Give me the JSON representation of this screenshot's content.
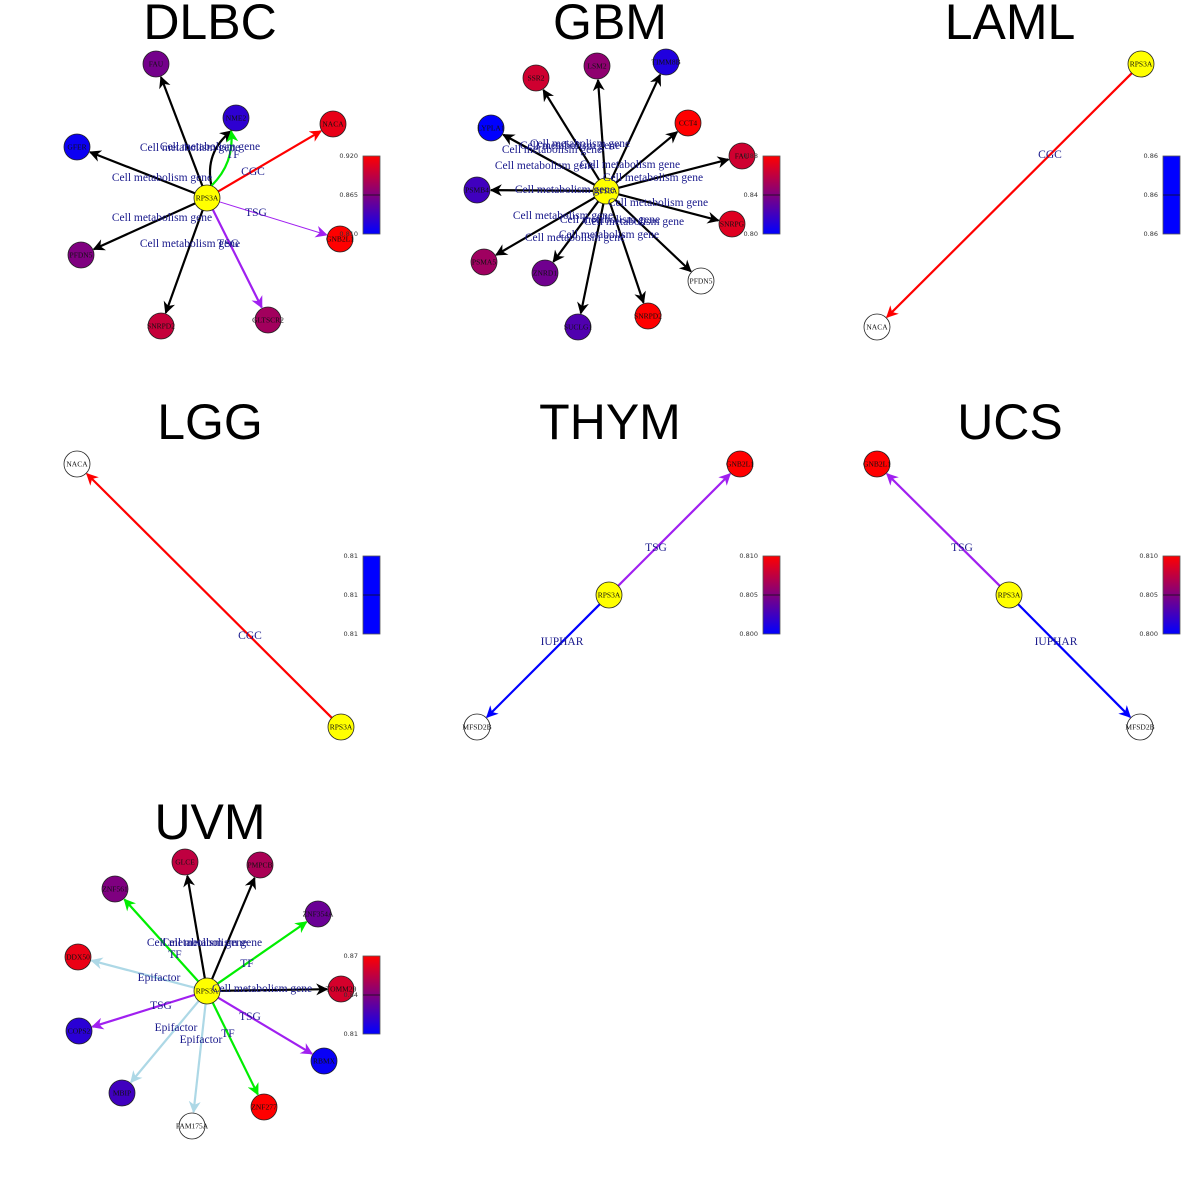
{
  "figure": {
    "center_gene": "RPS3A",
    "center_color": "#ffff00",
    "edge_label_color": "#1a1a8c",
    "edge_type_colors": {
      "Cell metabolism gene": "#000000",
      "CGC": "#ff0000",
      "TSG": "#a020f0",
      "TF": "#00ee00",
      "IUPHAR": "#0000ff",
      "Epifactor": "#add8e6"
    },
    "colorbar": {
      "low_color": "#0000ff",
      "high_color": "#ff0000"
    }
  },
  "panels": [
    {
      "title": "DLBC",
      "legend_ticks": [
        "0.920",
        "0.865",
        "0.810"
      ],
      "legend_range": [
        0.81,
        0.92
      ],
      "nodes": [
        {
          "label": "FAU",
          "score": 0.86
        },
        {
          "label": "NME2",
          "score": 0.83
        },
        {
          "label": "NACA",
          "score": 0.91
        },
        {
          "label": "GFER",
          "score": 0.815
        },
        {
          "label": "GNB2L1",
          "score": 0.92
        },
        {
          "label": "PFDN5",
          "score": 0.865
        },
        {
          "label": "SNRPD2",
          "score": 0.895
        },
        {
          "label": "GLTSCR2",
          "score": 0.88
        }
      ],
      "edges": [
        {
          "target": "FAU",
          "type": "Cell metabolism gene",
          "label": "Cell metabolism gene"
        },
        {
          "target": "NME2",
          "type": "Cell metabolism gene",
          "label": "Cell metabolism gene"
        },
        {
          "target": "NME2",
          "type": "TF",
          "label": "TF"
        },
        {
          "target": "NACA",
          "type": "CGC",
          "label": "CGC"
        },
        {
          "target": "GFER",
          "type": "Cell metabolism gene",
          "label": "Cell metabolism gene"
        },
        {
          "target": "GNB2L1",
          "type": "TSG",
          "label": "TSG"
        },
        {
          "target": "PFDN5",
          "type": "Cell metabolism gene",
          "label": "Cell metabolism gene"
        },
        {
          "target": "SNRPD2",
          "type": "Cell metabolism gene",
          "label": "Cell metabolism gene"
        },
        {
          "target": "GLTSCR2",
          "type": "TSG",
          "label": "TSG"
        }
      ]
    },
    {
      "title": "GBM",
      "legend_ticks": [
        "0.88",
        "0.84",
        "0.80"
      ],
      "legend_range": [
        0.8,
        0.88
      ],
      "nodes": [
        {
          "label": "SSR2",
          "score": 0.865
        },
        {
          "label": "LSM2",
          "score": 0.845
        },
        {
          "label": "TIMM8B",
          "score": 0.81
        },
        {
          "label": "LYPLA1",
          "score": 0.8
        },
        {
          "label": "CCT4",
          "score": 0.88
        },
        {
          "label": "FAU",
          "score": 0.865
        },
        {
          "label": "PSMB4",
          "score": 0.82
        },
        {
          "label": "SNRPG",
          "score": 0.87
        },
        {
          "label": "PSMA5",
          "score": 0.85
        },
        {
          "label": "ZNRD1",
          "score": 0.835
        },
        {
          "label": "SUCLG1",
          "score": 0.825
        },
        {
          "label": "SNRPD2",
          "score": 0.88
        },
        {
          "label": "PFDN5",
          "score": null
        }
      ],
      "edges": [
        {
          "target": "SSR2",
          "type": "Cell metabolism gene",
          "label": "Cell metabolism gene"
        },
        {
          "target": "LSM2",
          "type": "Cell metabolism gene",
          "label": "Cell metabolism gene"
        },
        {
          "target": "TIMM8B",
          "type": "Cell metabolism gene",
          "label": "Cell metabolism gene"
        },
        {
          "target": "LYPLA1",
          "type": "Cell metabolism gene",
          "label": "Cell metabolism gene"
        },
        {
          "target": "CCT4",
          "type": "Cell metabolism gene",
          "label": "Cell metabolism gene"
        },
        {
          "target": "FAU",
          "type": "Cell metabolism gene",
          "label": "Cell metabolism gene"
        },
        {
          "target": "PSMB4",
          "type": "Cell metabolism gene",
          "label": "Cell metabolism gene"
        },
        {
          "target": "SNRPG",
          "type": "Cell metabolism gene",
          "label": "Cell metabolism gene"
        },
        {
          "target": "PSMA5",
          "type": "Cell metabolism gene",
          "label": "Cell metabolism gene"
        },
        {
          "target": "ZNRD1",
          "type": "Cell metabolism gene",
          "label": "Cell metabolism gene"
        },
        {
          "target": "SUCLG1",
          "type": "Cell metabolism gene",
          "label": "Cell metabolism gene"
        },
        {
          "target": "SNRPD2",
          "type": "Cell metabolism gene",
          "label": "Cell metabolism gene"
        },
        {
          "target": "PFDN5",
          "type": "Cell metabolism gene",
          "label": "Cell metabolism gene"
        }
      ]
    },
    {
      "title": "LAML",
      "legend_ticks": [
        "0.86",
        "0.86",
        "0.86"
      ],
      "legend_range": [
        0.86,
        0.86
      ],
      "nodes": [
        {
          "label": "NACA",
          "score": null
        }
      ],
      "edges": [
        {
          "target": "NACA",
          "type": "CGC",
          "label": "CGC"
        }
      ]
    },
    {
      "title": "LGG",
      "legend_ticks": [
        "0.81",
        "0.81",
        "0.81"
      ],
      "legend_range": [
        0.81,
        0.81
      ],
      "nodes": [
        {
          "label": "NACA",
          "score": null
        }
      ],
      "edges": [
        {
          "target": "NACA",
          "type": "CGC",
          "label": "CGC"
        }
      ]
    },
    {
      "title": "THYM",
      "legend_ticks": [
        "0.810",
        "0.805",
        "0.800"
      ],
      "legend_range": [
        0.8,
        0.81
      ],
      "nodes": [
        {
          "label": "GNB2L1",
          "score": 0.81
        },
        {
          "label": "MFSD2B",
          "score": null
        }
      ],
      "edges": [
        {
          "target": "GNB2L1",
          "type": "TSG",
          "label": "TSG"
        },
        {
          "target": "MFSD2B",
          "type": "IUPHAR",
          "label": "IUPHAR"
        }
      ]
    },
    {
      "title": "UCS",
      "legend_ticks": [
        "0.810",
        "0.805",
        "0.800"
      ],
      "legend_range": [
        0.8,
        0.81
      ],
      "nodes": [
        {
          "label": "GNB2L1",
          "score": 0.81
        },
        {
          "label": "MFSD2B",
          "score": null
        }
      ],
      "edges": [
        {
          "target": "GNB2L1",
          "type": "TSG",
          "label": "TSG"
        },
        {
          "target": "MFSD2B",
          "type": "IUPHAR",
          "label": "IUPHAR"
        }
      ]
    },
    {
      "title": "UVM",
      "legend_ticks": [
        "0.87",
        "0.84",
        "0.81"
      ],
      "legend_range": [
        0.81,
        0.87
      ],
      "nodes": [
        {
          "label": "GLCE",
          "score": 0.855
        },
        {
          "label": "PMPCB",
          "score": 0.85
        },
        {
          "label": "ZNF561",
          "score": 0.84
        },
        {
          "label": "ZNF354A",
          "score": 0.835
        },
        {
          "label": "DDX50",
          "score": 0.865
        },
        {
          "label": "TOMM20",
          "score": 0.86
        },
        {
          "label": "COPS2",
          "score": 0.82
        },
        {
          "label": "RBMX",
          "score": 0.812
        },
        {
          "label": "MBIP",
          "score": 0.825
        },
        {
          "label": "ZNF277",
          "score": 0.87
        },
        {
          "label": "FAM175A",
          "score": null
        }
      ],
      "edges": [
        {
          "target": "GLCE",
          "type": "Cell metabolism gene",
          "label": "Cell metabolism gene"
        },
        {
          "target": "PMPCB",
          "type": "Cell metabolism gene",
          "label": "Cell metabolism gene"
        },
        {
          "target": "ZNF561",
          "type": "TF",
          "label": "TF"
        },
        {
          "target": "ZNF354A",
          "type": "TF",
          "label": "TF"
        },
        {
          "target": "DDX50",
          "type": "Epifactor",
          "label": "Epifactor"
        },
        {
          "target": "TOMM20",
          "type": "Cell metabolism gene",
          "label": "Cell metabolism gene"
        },
        {
          "target": "COPS2",
          "type": "TSG",
          "label": "TSG"
        },
        {
          "target": "RBMX",
          "type": "TSG",
          "label": "TSG"
        },
        {
          "target": "MBIP",
          "type": "Epifactor",
          "label": "Epifactor"
        },
        {
          "target": "ZNF277",
          "type": "TF",
          "label": "TF"
        },
        {
          "target": "FAM175A",
          "type": "Epifactor",
          "label": "Epifactor"
        }
      ]
    }
  ]
}
